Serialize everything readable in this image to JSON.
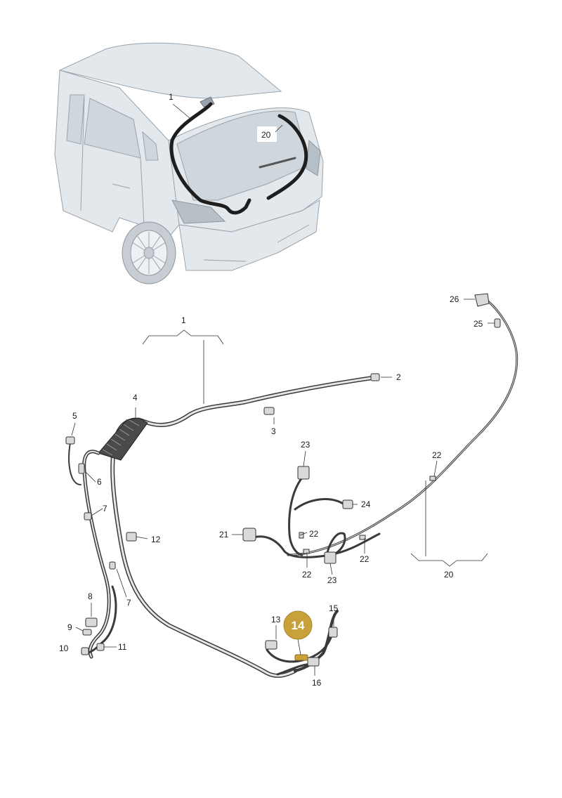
{
  "diagram": {
    "callouts": {
      "c1_top": "1",
      "c20_top": "20",
      "c1": "1",
      "c2": "2",
      "c3": "3",
      "c4": "4",
      "c5": "5",
      "c6": "6",
      "c7a": "7",
      "c7b": "7",
      "c8": "8",
      "c9": "9",
      "c10": "10",
      "c11": "11",
      "c12": "12",
      "c13": "13",
      "c14": "14",
      "c15": "15",
      "c16": "16",
      "c20": "20",
      "c21": "21",
      "c22a": "22",
      "c22b": "22",
      "c22c": "22",
      "c22d": "22",
      "c23a": "23",
      "c23b": "23",
      "c24": "24",
      "c25": "25",
      "c26": "26"
    },
    "highlight_color": "#c9a13b"
  }
}
